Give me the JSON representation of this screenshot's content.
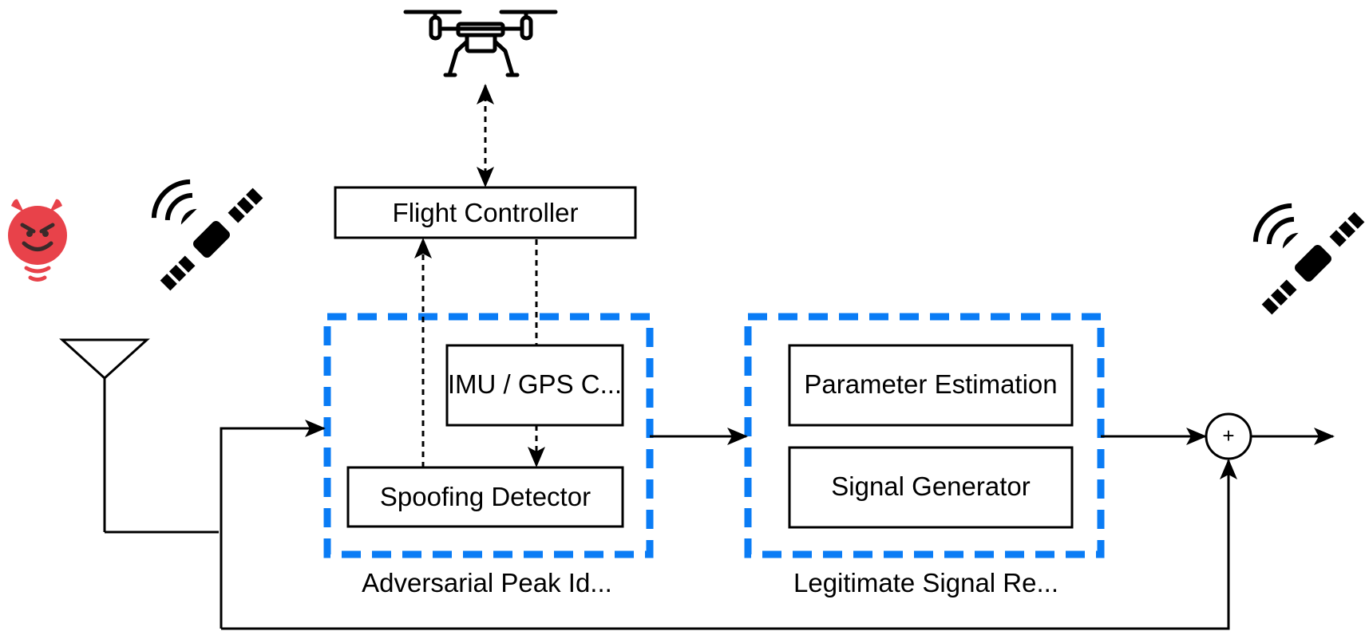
{
  "blocks": {
    "flight_controller": "Flight Controller",
    "imu_gps": "IMU / GPS C...",
    "spoofing_detector": "Spoofing Detector",
    "parameter_estimation": "Parameter Estimation",
    "signal_generator": "Signal Generator"
  },
  "groups": {
    "adversarial": "Adversarial Peak Id...",
    "legitimate": "Legitimate Signal Re..."
  },
  "symbols": {
    "adder": "+"
  },
  "icons": [
    "drone-icon",
    "devil-emoji-icon",
    "satellite-icon",
    "antenna-icon"
  ],
  "colors": {
    "group_border": "#0a7cf5",
    "devil": "#e8424a",
    "line": "#000000"
  }
}
